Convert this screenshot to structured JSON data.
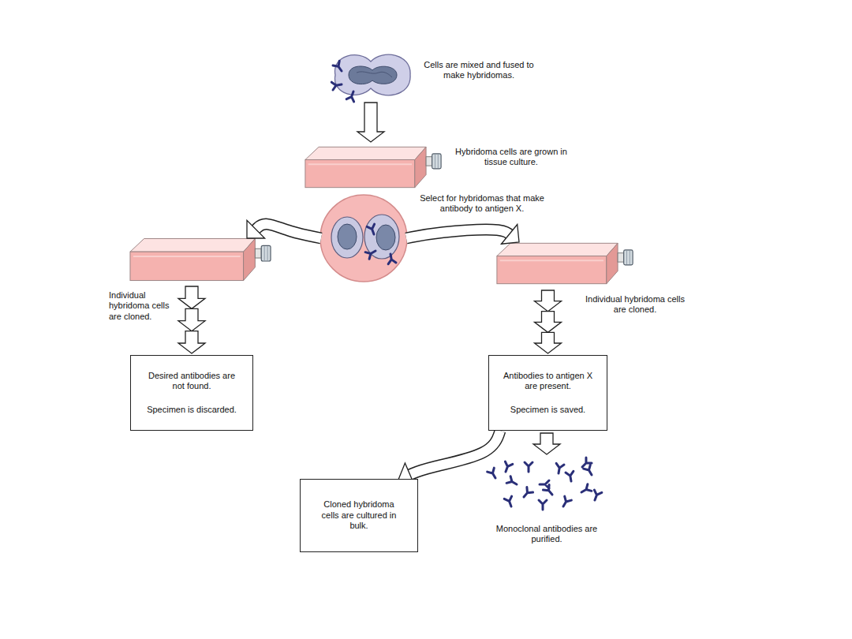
{
  "diagram": {
    "nodes": [
      {
        "text": [
          "Cells are mixed and fused to make hybridomas."
        ]
      },
      {
        "text": [
          "Hybridoma cells are grown in tissue culture."
        ]
      },
      {
        "text": [
          "Select for hybridomas that make antibody to antigen X."
        ]
      },
      {
        "text": [
          "Individual hybridoma cells are cloned."
        ]
      },
      {
        "text": [
          "Individual hybridoma cells are cloned."
        ]
      },
      {
        "text": [
          "Desired antibodies are not found.",
          "Specimen is discarded."
        ]
      },
      {
        "text": [
          "Antibodies to antigen X are present.",
          "Specimen is saved."
        ]
      },
      {
        "text": [
          "Cloned hybridoma cells are cultured in bulk."
        ]
      },
      {
        "text": [
          "Monoclonal antibodies are purified."
        ]
      }
    ],
    "edges": [
      {
        "from": 0,
        "to": 1,
        "arrow": "to"
      },
      {
        "from": 2,
        "to": 3,
        "arrow": "to"
      },
      {
        "from": 2,
        "to": 4,
        "arrow": "to"
      },
      {
        "from": 3,
        "to": 5,
        "arrow": "to"
      },
      {
        "from": 4,
        "to": 6,
        "arrow": "to"
      },
      {
        "from": 6,
        "to": 7,
        "arrow": "to"
      },
      {
        "from": 6,
        "to": 8,
        "arrow": "to"
      }
    ]
  }
}
